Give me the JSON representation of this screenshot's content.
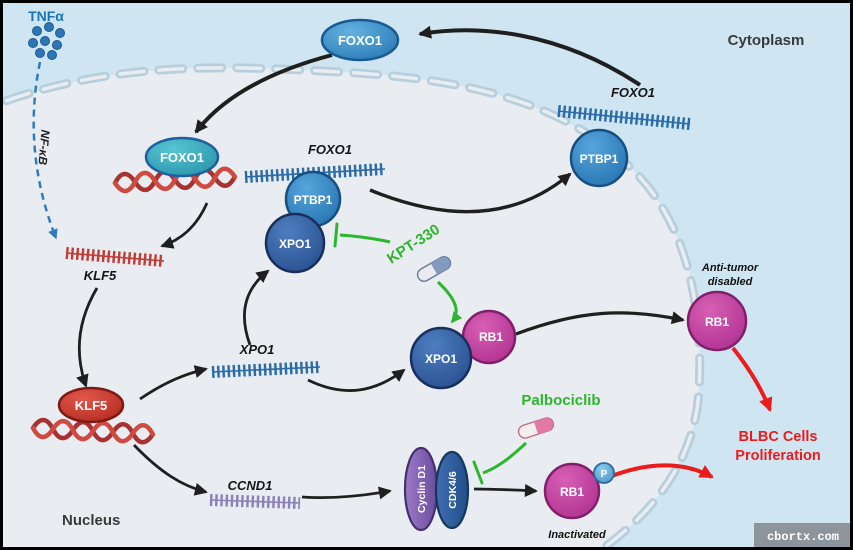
{
  "colors": {
    "inhibitor_green": "#2eb52e",
    "emphasis_red": "#ea1c1c",
    "cytoplasm_bg": "#cfe5f2",
    "nucleus_bg": "#e9edf1",
    "membrane": "#b7cedd",
    "mrna_blue": "#2a6ba8",
    "mrna_red": "#c23b35",
    "mrna_purple": "#8b80b8",
    "signal_blue": "#2e7bc0"
  },
  "regions": {
    "cytoplasm": "Cytoplasm",
    "nucleus": "Nucleus"
  },
  "signaling": {
    "tnfa": "TNFα",
    "nfkb": "NF-κB"
  },
  "proteins": {
    "foxo1_cytoplasm": "FOXO1",
    "foxo1_nucleus": "FOXO1",
    "ptbp1_nucleus": "PTBP1",
    "ptbp1_cytoplasm": "PTBP1",
    "xpo1": "XPO1",
    "xpo1_in_complex": "XPO1",
    "rb1_in_complex": "RB1",
    "rb1_antitumor": "RB1",
    "rb1_inactivated": "RB1",
    "klf5": "KLF5",
    "cyclin_d1": "Cyclin D1",
    "cdk4_6": "CDK4/6",
    "phospho_mark": "P"
  },
  "transcripts": {
    "foxo1_nuclear": "FOXO1",
    "foxo1_cytoplasmic": "FOXO1",
    "xpo1": "XPO1",
    "klf5": "KLF5",
    "ccnd1": "CCND1"
  },
  "drugs": {
    "kpt_330": "KPT-330",
    "palbociclib": "Palbociclib"
  },
  "annotations": {
    "anti_tumor_line1": "Anti-tumor",
    "anti_tumor_line2": "disabled",
    "inactivated": "Inactivated",
    "proliferation_line1": "BLBC Cells",
    "proliferation_line2": "Proliferation"
  },
  "watermark": "cbortx.com"
}
